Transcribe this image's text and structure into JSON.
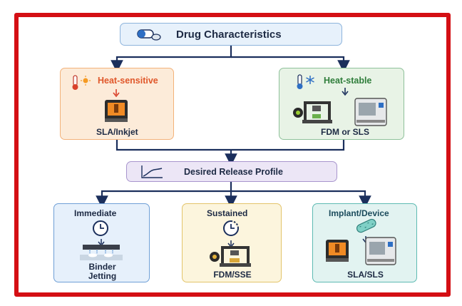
{
  "title": "Drug Characteristics",
  "branches": [
    {
      "label": "Heat-sensitive",
      "method": "SLA/Inkjet",
      "color": "#f3b27a"
    },
    {
      "label": "Heat-stable",
      "method": "FDM or SLS",
      "color": "#8fc19a"
    }
  ],
  "release_profile": "Desired Release Profile",
  "profiles": [
    {
      "label": "Immediate",
      "method": "Binder\nJetting",
      "color": "#6f9fd6"
    },
    {
      "label": "Sustained",
      "method": "FDM/SSE",
      "color": "#e3c46a"
    },
    {
      "label": "Implant/Device",
      "method": "SLA/SLS",
      "color": "#5dbab2"
    }
  ],
  "frame_color": "#d40f14",
  "arrow_color": "#1b2f5c"
}
